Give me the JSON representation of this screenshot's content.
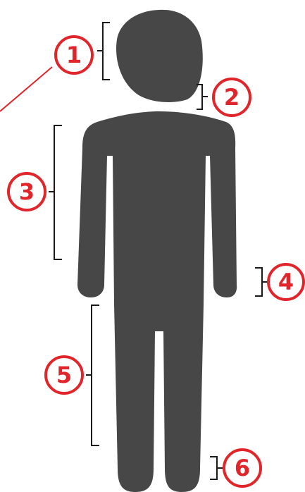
{
  "figure": {
    "colors": {
      "silhouette": "#474747",
      "callout": "#e0262b",
      "bracket": "#1a1a1a",
      "background": "#ffffff"
    },
    "labels": [
      {
        "id": "head",
        "number": "1"
      },
      {
        "id": "neck",
        "number": "2"
      },
      {
        "id": "torso",
        "number": "3"
      },
      {
        "id": "hands",
        "number": "4"
      },
      {
        "id": "legs",
        "number": "5"
      },
      {
        "id": "feet",
        "number": "6"
      }
    ]
  }
}
